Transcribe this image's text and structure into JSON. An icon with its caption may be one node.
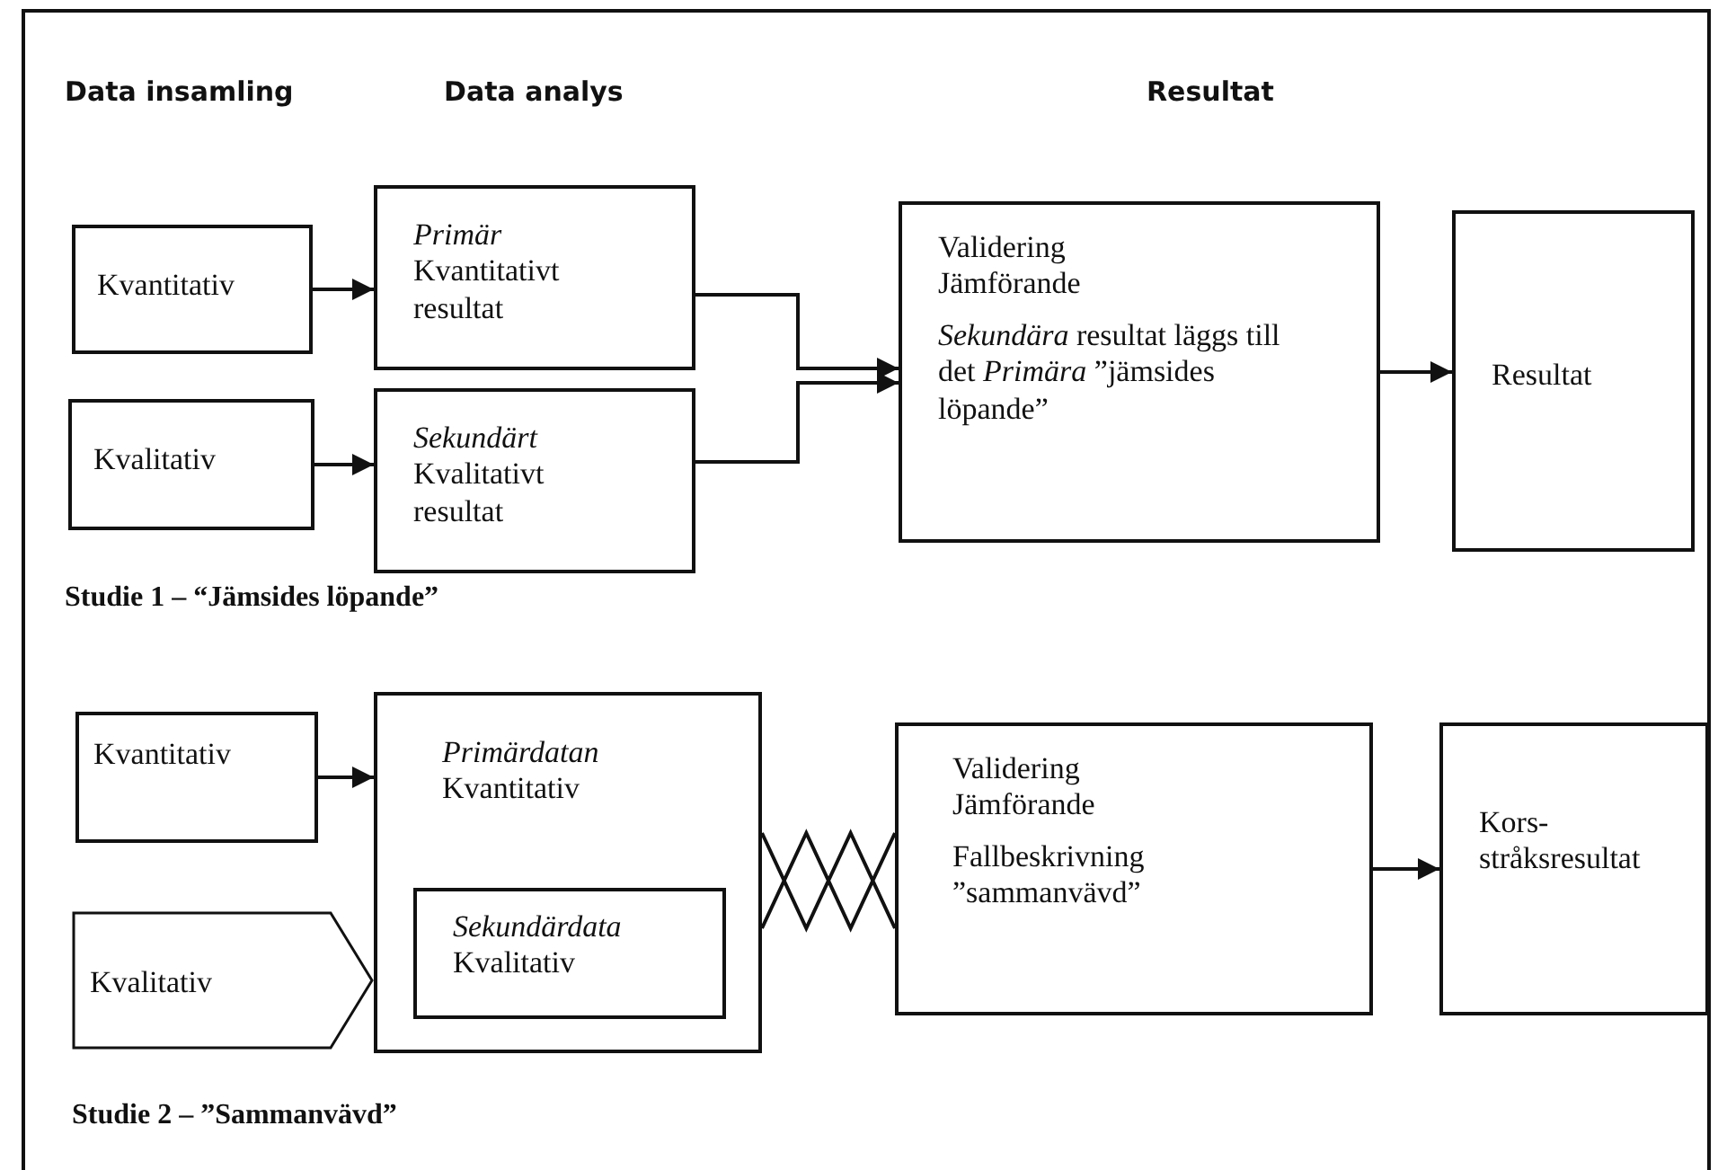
{
  "diagram": {
    "nodes": [
      {
        "text": [
          "Kvantitativ"
        ]
      },
      {
        "text": [
          "Kvalitativ"
        ]
      },
      {
        "text": [
          "Primär",
          "Kvantitativt resultat"
        ]
      },
      {
        "text": [
          "Sekundärt",
          "Kvalitativt resultat"
        ]
      },
      {
        "text": [
          "Validering",
          "Jämförande",
          "*Sekundära* resultat läggs till det *Primära* ”jämsides löpande”"
        ]
      },
      {
        "text": [
          "Resultat"
        ]
      },
      {
        "text": [
          "Kvantitativ"
        ]
      },
      {
        "text": [
          "Kvalitativ"
        ]
      },
      {
        "text": [
          "Primärdatan",
          "Kvantitativ"
        ]
      },
      {
        "text": [
          "Sekundärdata",
          "Kvalitativ"
        ],
        "in": 8
      },
      {
        "text": [
          "Validering",
          "Jämförande",
          "Fallbeskrivning ”sammanvävd”"
        ]
      },
      {
        "text": [
          "Kors- stråksresultat"
        ]
      }
    ],
    "edges": [
      {
        "from": 0,
        "to": 2,
        "arrow": "to"
      },
      {
        "from": 1,
        "to": 3,
        "arrow": "to"
      },
      {
        "from": 2,
        "to": 4,
        "arrow": "to"
      },
      {
        "from": 3,
        "to": 4,
        "arrow": "to"
      },
      {
        "from": 4,
        "to": 5,
        "arrow": "to"
      },
      {
        "from": 6,
        "to": 8,
        "arrow": "to"
      },
      {
        "from": 8,
        "to": 10,
        "arrow": "none"
      },
      {
        "from": 10,
        "to": 11,
        "arrow": "to"
      }
    ],
    "labels": [
      "Data insamling",
      "Data analys",
      "Resultat",
      "Studie 1 – “Jämsides löpande”",
      "Studie 2 – ”Sammanvävd”"
    ]
  }
}
